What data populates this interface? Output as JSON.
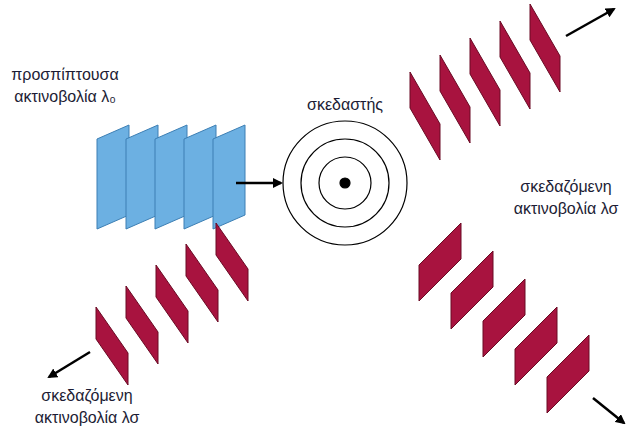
{
  "diagram": {
    "labels": [
      "προσπίπτουσα ακτινοβολία λ₀",
      "σκεδαστής",
      "σκεδαζόμενη ακτινοβολία λσ",
      "σκεδαζόμενη ακτινοβολία λσ"
    ]
  }
}
